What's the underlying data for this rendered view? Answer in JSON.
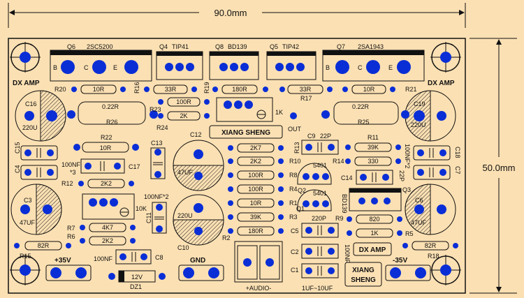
{
  "board": {
    "width_label": "90.0mm",
    "height_label": "50.0mm",
    "brand_left": "DX AMP",
    "brand_right": "DX AMP",
    "brand_center": "DX AMP",
    "maker_top": "XIANG SHENG",
    "maker_bottom_1": "XIANG",
    "maker_bottom_2": "SHENG"
  },
  "transistors": {
    "q6": "Q6",
    "q6_type": "2SC5200",
    "q4": "Q4",
    "q4_type": "TIP41",
    "q8": "Q8",
    "q8_type": "BD139",
    "q5": "Q5",
    "q5_type": "TIP42",
    "q7": "Q7",
    "q7_type": "2SA1943",
    "q3": "Q3",
    "q3_type": "BD139",
    "q1": "Q1",
    "q2": "Q2",
    "q1_type": "5401",
    "q2_type": "5401",
    "pin_b": "B",
    "pin_c": "C",
    "pin_e": "E"
  },
  "resistors": {
    "r20": "R20",
    "r20_v": "10R",
    "r16": "R16",
    "r16_v": "33R",
    "r19": "R19",
    "r19_v": "180R",
    "r17": "R17",
    "r17_v": "33R",
    "r21": "R21",
    "r21_v": "10R",
    "r26": "R26",
    "r26_v": "0.22R",
    "r25": "R25",
    "r25_v": "0.22R",
    "r23": "R23",
    "r23_v": "100R",
    "r24": "R24",
    "r24_v": "2K",
    "r22": "R22",
    "r22_v": "10R",
    "r11": "R11",
    "r11_v": "39K",
    "r14": "R14",
    "r14_v": "330",
    "r13": "R13",
    "r13_v": "2K7",
    "r10": "R10",
    "r10_v": "2K2",
    "r8": "R8",
    "r8_v": "100R",
    "r4": "R4",
    "r4_v": "100R",
    "r1": "R1",
    "r1_v": "10R",
    "r3": "R3",
    "r3_v": "39K",
    "r2": "R2",
    "r2_v": "180R",
    "r12": "R12",
    "r12_v": "2K2",
    "r7": "R7",
    "r7_v": "4K7",
    "r6": "R6",
    "r6_v": "2K2",
    "r15": "R15",
    "r15_v": "82R",
    "r18": "R18",
    "r18_v": "82R",
    "r9": "R9",
    "r9_v": "820",
    "r5": "R5",
    "r5_v": "1K"
  },
  "pots": {
    "vr1": "1K",
    "vr2": "10K"
  },
  "capacitors": {
    "c16": "C16",
    "c16_v": "220U",
    "c19": "C19",
    "c19_v": "220U",
    "c12": "C12",
    "c12_v": "47UF",
    "c10": "C10",
    "c10_v": "220U",
    "c3": "C3",
    "c3_v": "47UF",
    "c6": "C6",
    "c6_v": "47UF",
    "c15": "C15",
    "c4": "C4",
    "c18": "C18",
    "c7": "C7",
    "c13": "C13",
    "c17": "C17",
    "c11": "C11",
    "c9": "C9",
    "c9_v": "22P",
    "c14": "C14",
    "c14_v": "22P",
    "c5": "C5",
    "c5_v": "220P",
    "c2": "C2",
    "c1": "C1",
    "c8": "C8",
    "c8_v": "100NF",
    "nf_left": "100NF",
    "nf_left2": "*3",
    "nf_right": "100NF*2",
    "nf_mid": "100NF*2",
    "nf_c2": "100NF",
    "uf_c1": "1UF~10UF"
  },
  "misc": {
    "dz1": "DZ1",
    "dz1_v": "12V",
    "out": "OUT",
    "gnd": "GND",
    "vpos": "+35V",
    "vneg": "-35V",
    "audio": "+AUDIO-"
  }
}
